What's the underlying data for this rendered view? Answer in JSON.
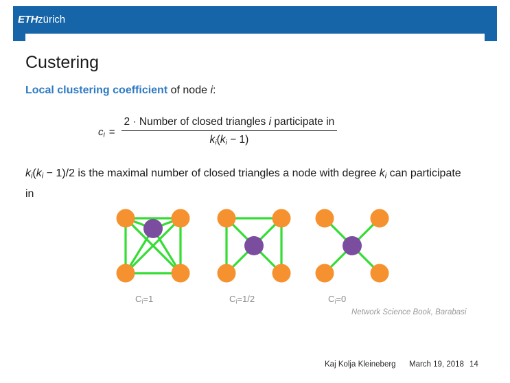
{
  "header": {
    "logo_mark": "ETH",
    "logo_sub": "zürich",
    "band_color": "#1565A8"
  },
  "slide": {
    "title": "Custering",
    "subline": {
      "accent_text": "Local clustering coefficient",
      "rest_text": " of node ",
      "italic_var": "i",
      "trailing": ":",
      "accent_color": "#2F7BC4"
    },
    "formula": {
      "lhs": "c",
      "lhs_sub": "i",
      "equals": "=",
      "numerator_prefix": "2 · Number of closed triangles ",
      "numerator_var": "i",
      "numerator_suffix": " participate in",
      "denominator": "kᵢ(kᵢ − 1)",
      "den_k1": "k",
      "den_sub1": "i",
      "den_open": "(",
      "den_k2": "k",
      "den_sub2": "i",
      "den_tail": " − 1)"
    },
    "body_text": {
      "k1": "k",
      "sub1": "i",
      "open": "(",
      "k2": "k",
      "sub2": "i",
      "mid": " − 1)/2 is the maximal number of closed triangles a node with degree ",
      "k3": "k",
      "sub3": "i",
      "tail": " can participate in"
    }
  },
  "figure": {
    "node_color_peripheral": "#F5922F",
    "node_color_center": "#7B4D9F",
    "edge_color": "#33DD33",
    "captions": [
      {
        "prefix": "C",
        "sub": "i",
        "value": "=1"
      },
      {
        "prefix": "C",
        "sub": "i",
        "value": "=1/2"
      },
      {
        "prefix": "C",
        "sub": "i",
        "value": "=0"
      }
    ],
    "attribution": "Network Science Book, Barabasi"
  },
  "footer": {
    "author": "Kaj Kolja Kleineberg",
    "date": "March 19, 2018",
    "page": "14"
  }
}
